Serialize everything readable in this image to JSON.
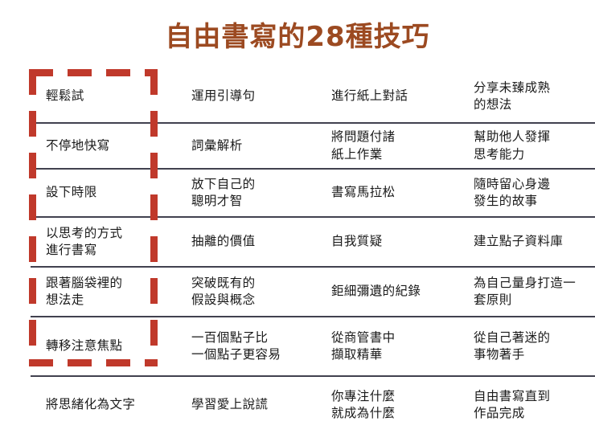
{
  "page": {
    "title": "自由書寫的28種技巧",
    "title_color": "#9C4A21",
    "background_color": "#ffffff",
    "separator_color": "#41414f"
  },
  "highlight": {
    "name": "dashed-highlight-box",
    "color": "#C0392B",
    "style": "dashed",
    "covers": "first column rows 1-6"
  },
  "table": {
    "columns": 4,
    "rows": 7,
    "cells": [
      [
        "輕鬆試",
        "運用引導句",
        "進行紙上對話",
        "分享未臻成熟\n的想法"
      ],
      [
        "不停地快寫",
        "詞彙解析",
        "將問題付諸\n紙上作業",
        "幫助他人發揮\n思考能力"
      ],
      [
        "設下時限",
        "放下自己的\n聰明才智",
        "書寫馬拉松",
        "隨時留心身邊\n發生的故事"
      ],
      [
        "以思考的方式\n進行書寫",
        "抽離的價值",
        "自我質疑",
        "建立點子資料庫"
      ],
      [
        "跟著腦袋裡的\n想法走",
        "突破既有的\n假設與概念",
        "鉅細彌遺的紀錄",
        "為自己量身打造一\n套原則"
      ],
      [
        "轉移注意焦點",
        "一百個點子比\n一個點子更容易",
        "從商管書中\n擷取精華",
        "從自己著迷的\n事物著手"
      ],
      [
        "將思緒化為文字",
        "學習愛上說謊",
        "你專注什麼\n就成為什麼",
        "自由書寫直到\n作品完成"
      ]
    ]
  }
}
